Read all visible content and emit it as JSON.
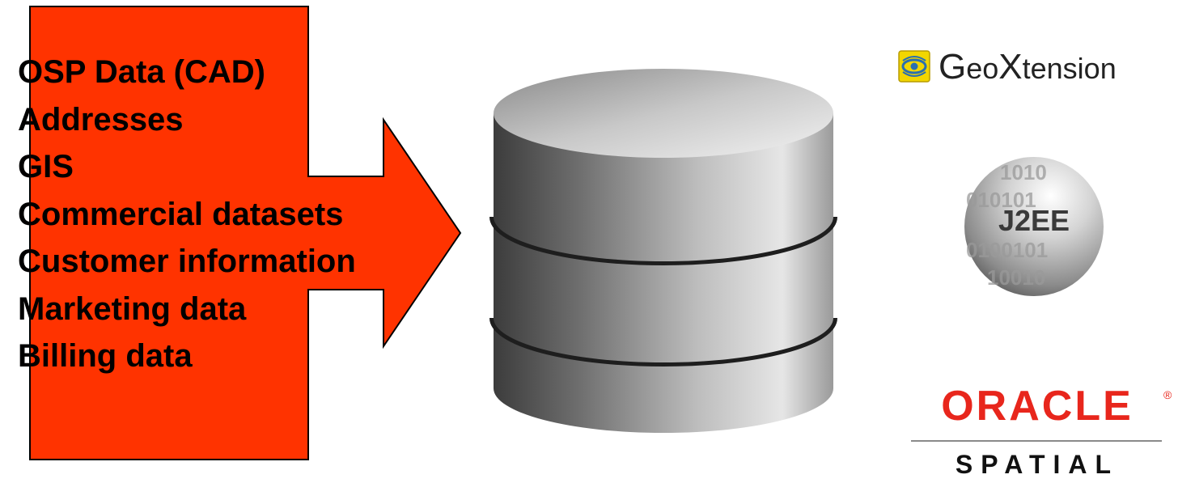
{
  "sources": {
    "items": [
      "OSP Data (CAD)",
      "Addresses",
      "GIS",
      "Commercial datasets",
      "Customer information",
      "Marketing data",
      "Billing data"
    ]
  },
  "logos": {
    "geoxtension": {
      "g": "G",
      "eo": "eo",
      "x": "X",
      "tension": "tension"
    },
    "j2ee": {
      "label": "J2EE"
    },
    "oracle": {
      "word": "ORACLE",
      "reg": "®",
      "sub": "SPATIAL"
    }
  },
  "colors": {
    "arrow_fill": "#ff3300",
    "arrow_stroke": "#000000",
    "oracle_red": "#e8261c",
    "text": "#000000"
  }
}
